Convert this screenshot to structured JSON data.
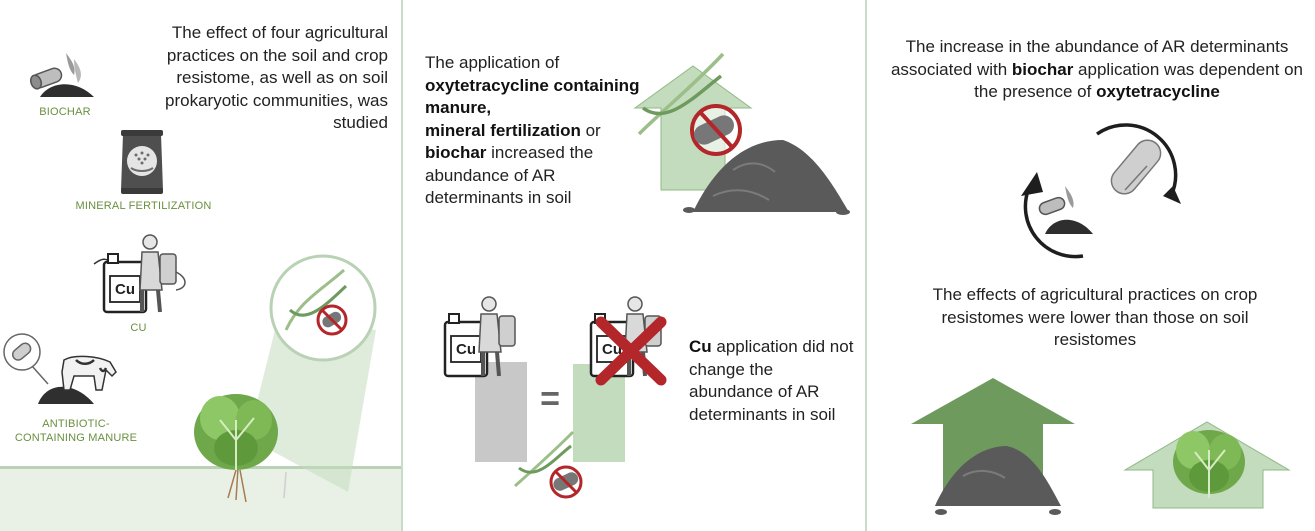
{
  "panel1": {
    "intro": "The effect of four agricultural practices on the soil and crop resistome, as well as on soil prokaryotic communities, was studied",
    "labels": {
      "biochar": "BIOCHAR",
      "mineral": "MINERAL FERTILIZATION",
      "cu": "CU",
      "manure": "ANTIBIOTIC-CONTAINING MANURE"
    },
    "cu_symbol": "Cu"
  },
  "panel2": {
    "top_text": {
      "p1": "The application of",
      "b1": "oxytetracycline containing manure,",
      "b2": "mineral fertilization",
      "p2": " or ",
      "b3": "biochar",
      "p3": " increased the abundance of AR determinants in soil"
    },
    "bottom_text": {
      "b1": "Cu",
      "p1": " application did not change  the abundance of AR determinants in soil"
    },
    "equals": "=",
    "cu_symbol": "Cu"
  },
  "panel3": {
    "top_text": {
      "p1": "The increase in the abundance of AR determinants associated with ",
      "b1": "biochar",
      "p2": " application was dependent on the presence of ",
      "b2": "oxytetracycline"
    },
    "bottom_text": "The effects of agricultural practices on crop resistomes were lower than those on soil resistomes"
  },
  "colors": {
    "green_dark": "#6f9a5e",
    "green_light": "#c4dcbe",
    "green_label": "#6a8f3f",
    "red": "#b3262a",
    "grey_bar": "#c8c8c8",
    "soil": "#4a4a4a"
  }
}
